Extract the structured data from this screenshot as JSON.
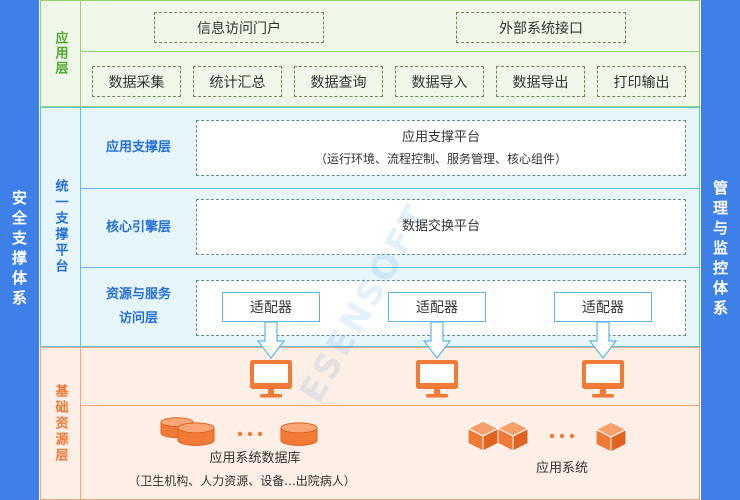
{
  "side_bars": {
    "left": "安全支撑体系",
    "right": "管理与监控体系"
  },
  "application_layer": {
    "label": "应用层",
    "portals": [
      "信息访问门户",
      "外部系统接口"
    ],
    "functions": [
      "数据采集",
      "统计汇总",
      "数据查询",
      "数据导入",
      "数据导出",
      "打印输出"
    ]
  },
  "support_platform": {
    "label": "统一支撑平台",
    "app_support": {
      "label": "应用支撑层",
      "title": "应用支撑平台",
      "detail": "（运行环境、流程控制、服务管理、核心组件）"
    },
    "core_engine": {
      "label": "核心引擎层",
      "title": "数据交换平台"
    },
    "resource_access": {
      "label_lines": [
        "资源与服务",
        "访问层"
      ],
      "adapters": [
        "适配器",
        "适配器",
        "适配器"
      ]
    }
  },
  "base_layer": {
    "label": "基础资源层",
    "database_group": {
      "title": "应用系统数据库",
      "detail": "（卫生机构、人力资源、设备...出院病人）"
    },
    "system_group": {
      "title": "应用系统"
    }
  },
  "watermark": "ESENSOFT",
  "icons": {
    "terminal": "monitor-icon",
    "database": "database-cylinder-icon",
    "system": "cube-icon",
    "flow": "down-arrow-icon"
  },
  "colors": {
    "side_bar": "#3e80e8",
    "side_text": "#ffffff",
    "app_bg": "#eff8e8",
    "app_border": "#95cf6f",
    "app_label": "#4fa82f",
    "app_dash": "#6e8a5a",
    "support_bg": "#e7f6fb",
    "support_border": "#5cc2e4",
    "support_label": "#2570d8",
    "support_dash": "#5f8b9e",
    "adapter_border": "#5ab6e8",
    "base_bg": "#fdefe6",
    "base_border": "#f2a57c",
    "base_label": "#ee7838",
    "icon_orange": "#f07a36",
    "text": "#333333"
  }
}
